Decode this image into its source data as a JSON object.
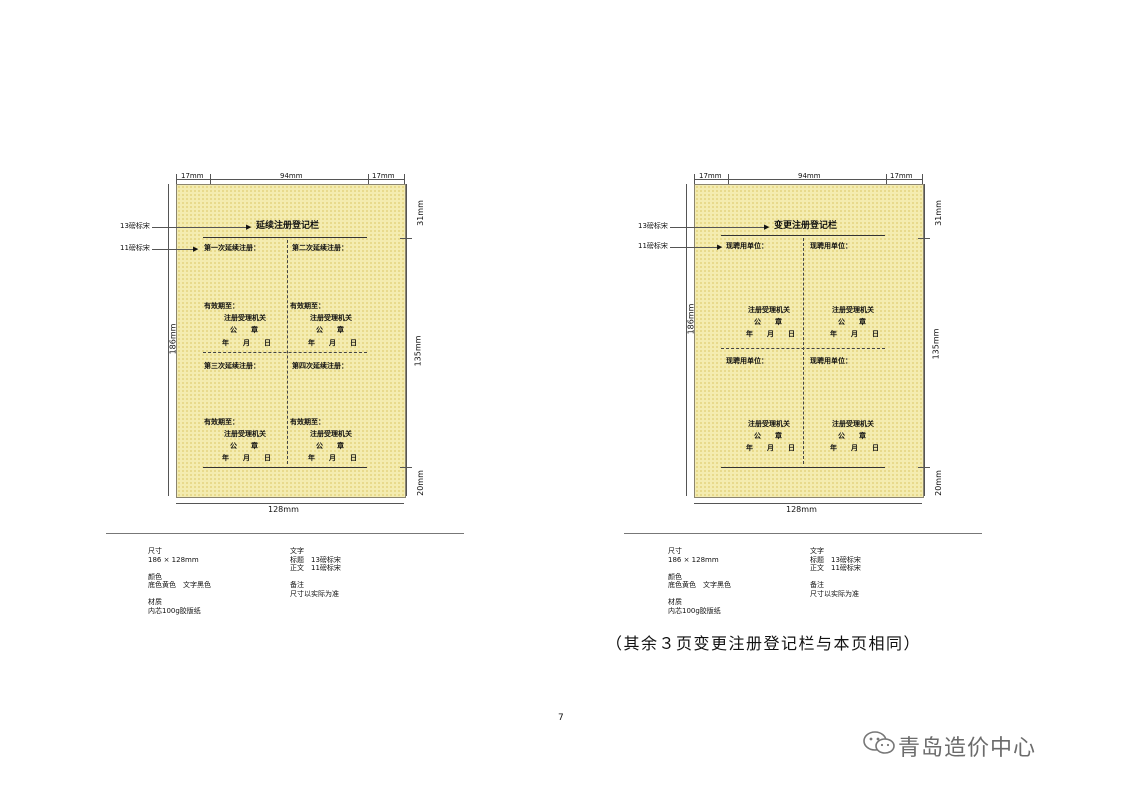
{
  "sheets": [
    {
      "dims": {
        "top_left": "17mm",
        "top_mid": "94mm",
        "top_right": "17mm",
        "bottom": "128mm",
        "left": "186mm",
        "right_top": "31mm",
        "right_mid": "135mm",
        "right_bottom": "20mm"
      },
      "pointer_title": "13磅标宋",
      "pointer_body": "11磅标宋",
      "title": "延续注册登记栏",
      "cells": [
        {
          "heading": "第一次延续注册：",
          "validity": "有效期至：",
          "authority": "注册受理机关",
          "seal": "公　　章",
          "date": "年　　月　　日"
        },
        {
          "heading": "第二次延续注册：",
          "validity": "有效期至：",
          "authority": "注册受理机关",
          "seal": "公　　章",
          "date": "年　　月　　日"
        },
        {
          "heading": "第三次延续注册：",
          "validity": "有效期至：",
          "authority": "注册受理机关",
          "seal": "公　　章",
          "date": "年　　月　　日"
        },
        {
          "heading": "第四次延续注册：",
          "validity": "有效期至：",
          "authority": "注册受理机关",
          "seal": "公　　章",
          "date": "年　　月　　日"
        }
      ],
      "spec_left": "尺寸\n186 × 128mm\n\n颜色\n底色黄色　文字黑色\n\n材质\n内芯100g胶版纸",
      "spec_right": "文字\n标题　13磅标宋\n正文　11磅标宋\n\n备注\n尺寸以实际为准"
    },
    {
      "dims": {
        "top_left": "17mm",
        "top_mid": "94mm",
        "top_right": "17mm",
        "bottom": "128mm",
        "left": "186mm",
        "right_top": "31mm",
        "right_mid": "135mm",
        "right_bottom": "20mm"
      },
      "pointer_title": "13磅标宋",
      "pointer_body": "11磅标宋",
      "title": "变更注册登记栏",
      "cells": [
        {
          "heading": "现聘用单位：",
          "validity": "",
          "authority": "注册受理机关",
          "seal": "公　　章",
          "date": "年　　月　　日"
        },
        {
          "heading": "现聘用单位：",
          "validity": "",
          "authority": "注册受理机关",
          "seal": "公　　章",
          "date": "年　　月　　日"
        },
        {
          "heading": "现聘用单位：",
          "validity": "",
          "authority": "注册受理机关",
          "seal": "公　　章",
          "date": "年　　月　　日"
        },
        {
          "heading": "现聘用单位：",
          "validity": "",
          "authority": "注册受理机关",
          "seal": "公　　章",
          "date": "年　　月　　日"
        }
      ],
      "spec_left": "尺寸\n186 × 128mm\n\n颜色\n底色黄色　文字黑色\n\n材质\n内芯100g胶版纸",
      "spec_right": "文字\n标题　13磅标宋\n正文　11磅标宋\n\n备注\n尺寸以实际为准"
    }
  ],
  "note": "（其余３页变更注册登记栏与本页相同）",
  "page_number": "7",
  "watermark": "青岛造价中心"
}
